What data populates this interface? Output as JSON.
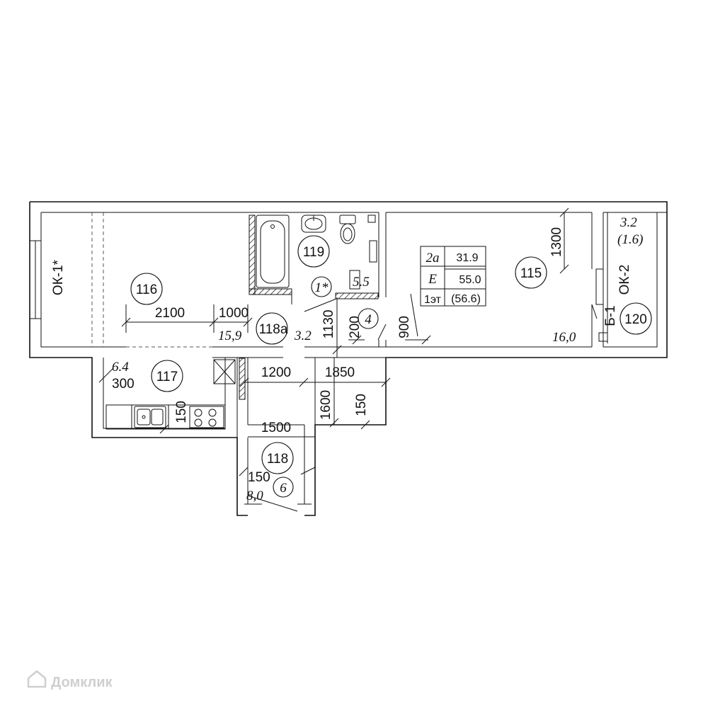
{
  "rooms": {
    "r116": "116",
    "r117": "117",
    "r118": "118",
    "r118a": "118а",
    "r119": "119",
    "r115": "115",
    "r120": "120"
  },
  "windows": {
    "ok1": "ОК-1*",
    "ok2": "ОК-2",
    "b1": "Б-1"
  },
  "areas": {
    "a_15_9": "15,9",
    "a_3_2": "3.2",
    "a_6_4": "6.4",
    "a_8_0": "8,0",
    "a_16_0": "16,0",
    "a_5_5": "5.5",
    "a_balcony_1": "3.2",
    "a_balcony_2": "(1.6)"
  },
  "marks": {
    "m_1star": "1*",
    "m_4": "4",
    "m_6": "6"
  },
  "dimensions": {
    "d2100": "2100",
    "d1000": "1000",
    "d1130": "1130",
    "d200": "200",
    "d900": "900",
    "d1300": "1300",
    "d300": "300",
    "d1200": "1200",
    "d1850": "1850",
    "d1600": "1600",
    "d150a": "150",
    "d150b": "150",
    "d1500": "1500",
    "d150c": "150"
  },
  "info": {
    "type": "2а",
    "section": "Е",
    "floor": "1эт",
    "living_area": "31.9",
    "total_area": "55.0",
    "total_with_balcony": "(56.6)"
  },
  "watermark": "Домклик"
}
